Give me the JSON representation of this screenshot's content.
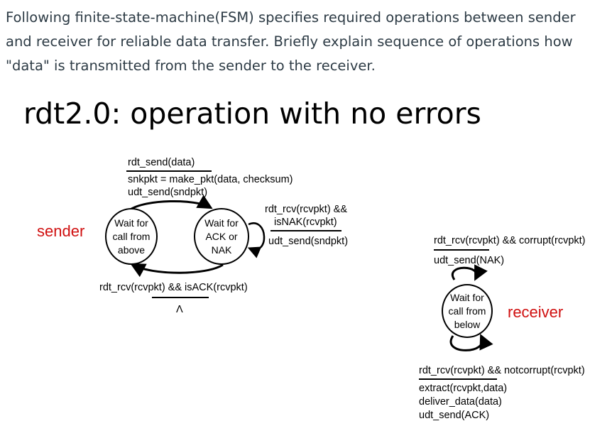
{
  "question": {
    "text": "Following finite-state-machine(FSM) specifies required operations between sender and receiver for reliable data transfer. Briefly explain sequence of operations how \"data\" is transmitted from the sender to the receiver."
  },
  "diagram": {
    "title": "rdt2.0: operation with no errors",
    "sender": {
      "role_label": "sender",
      "state_wait_above": [
        "Wait for",
        "call from",
        "above"
      ],
      "state_wait_ack": [
        "Wait for",
        "ACK or",
        "NAK"
      ],
      "top_event": "rdt_send(data)",
      "top_actions": [
        "snkpkt = make_pkt(data, checksum)",
        "udt_send(sndpkt)"
      ],
      "selfloop_event": [
        "rdt_rcv(rcvpkt) &&",
        "isNAK(rcvpkt)"
      ],
      "selfloop_action": "udt_send(sndpkt)",
      "bottom_event": "rdt_rcv(rcvpkt) && isACK(rcvpkt)",
      "bottom_action": "Λ"
    },
    "receiver": {
      "role_label": "receiver",
      "state_wait_below": [
        "Wait for",
        "call from",
        "below"
      ],
      "top_event": "rdt_rcv(rcvpkt) && corrupt(rcvpkt)",
      "top_action": "udt_send(NAK)",
      "bottom_event": "rdt_rcv(rcvpkt) &&  notcorrupt(rcvpkt)",
      "bottom_actions": [
        "extract(rcvpkt,data)",
        "deliver_data(data)",
        "udt_send(ACK)"
      ]
    }
  }
}
